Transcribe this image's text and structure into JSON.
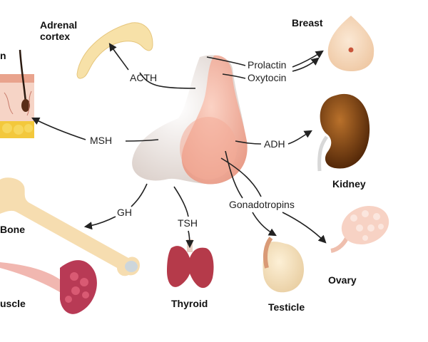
{
  "hormones": {
    "acth": "ACTH",
    "prolactin": "Prolactin",
    "oxytocin": "Oxytocin",
    "msh": "MSH",
    "adh": "ADH",
    "gh": "GH",
    "tsh": "TSH",
    "gonadotropins": "Gonadotropins"
  },
  "organs": {
    "adrenal_line1": "Adrenal",
    "adrenal_line2": "cortex",
    "breast": "Breast",
    "kidney": "Kidney",
    "bone": "Bone",
    "muscle": "uscle",
    "thyroid": "Thyroid",
    "testicle": "Testicle",
    "ovary": "Ovary",
    "skin_partial": "n"
  },
  "colors": {
    "pituitary_light": "#f1e6e0",
    "pituitary_pink": "#f2b4a2",
    "bone": "#f6ddb0",
    "kidney": "#7a3e12",
    "thyroid": "#b53a4a",
    "muscle": "#b83a55",
    "arrow": "#222222"
  }
}
